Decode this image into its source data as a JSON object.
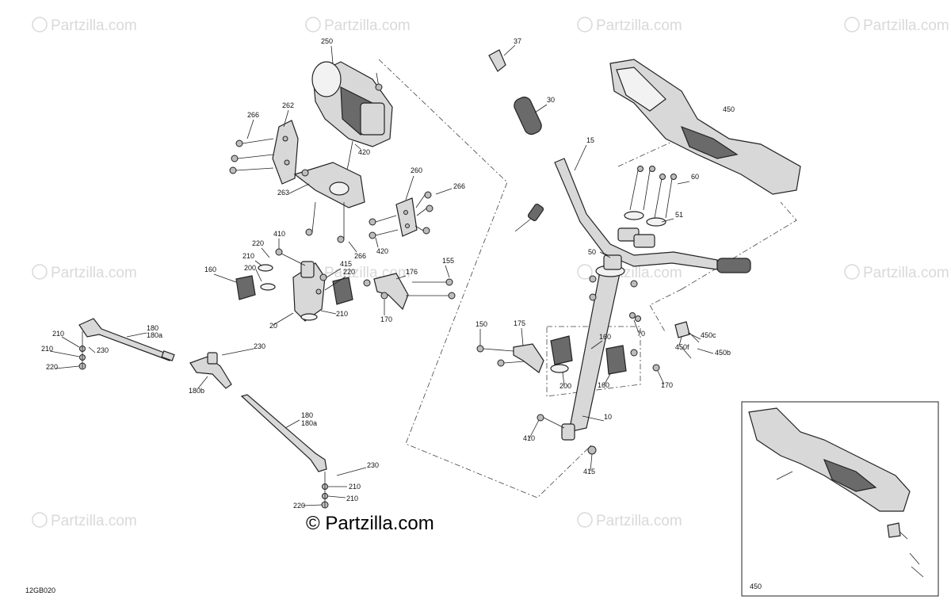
{
  "watermark": "Partzilla.com",
  "copyright_text": "© Partzilla.com",
  "figure_code": "12GB020",
  "inset_label": "450",
  "callouts": {
    "c250": "250",
    "c262": "262",
    "c266a": "266",
    "c420a": "420",
    "c263": "263",
    "c260": "260",
    "c266b": "266",
    "c420b": "420",
    "c266c": "266",
    "c410a": "410",
    "c220a": "220",
    "c210a": "210",
    "c200a": "200",
    "c160a": "160",
    "c415a": "415",
    "c220b": "220",
    "c210b": "210",
    "c20": "20",
    "c155": "155",
    "c176": "176",
    "c170a": "170",
    "c180a": "180",
    "c180aa": "180a",
    "c210c": "210",
    "c230a": "230",
    "c210d": "210",
    "c220c": "220",
    "c230b": "230",
    "c180b": "180b",
    "c180c": "180",
    "c180ac": "180a",
    "c230c": "230",
    "c210e": "210",
    "c210f": "210",
    "c220d": "220",
    "c37": "37",
    "c30": "30",
    "c450": "450",
    "c15": "15",
    "c60": "60",
    "c51": "51",
    "c50": "50",
    "c70": "70",
    "c450c": "450c",
    "c450f": "450f",
    "c450b": "450b",
    "c150": "150",
    "c175": "175",
    "c160b": "160",
    "c200b": "200",
    "c160c": "160",
    "c170b": "170",
    "c10": "10",
    "c410b": "410",
    "c415b": "415"
  },
  "colors": {
    "line": "#222222",
    "watermark": "#d9d9d9",
    "part_fill": "#d8d8d8"
  }
}
